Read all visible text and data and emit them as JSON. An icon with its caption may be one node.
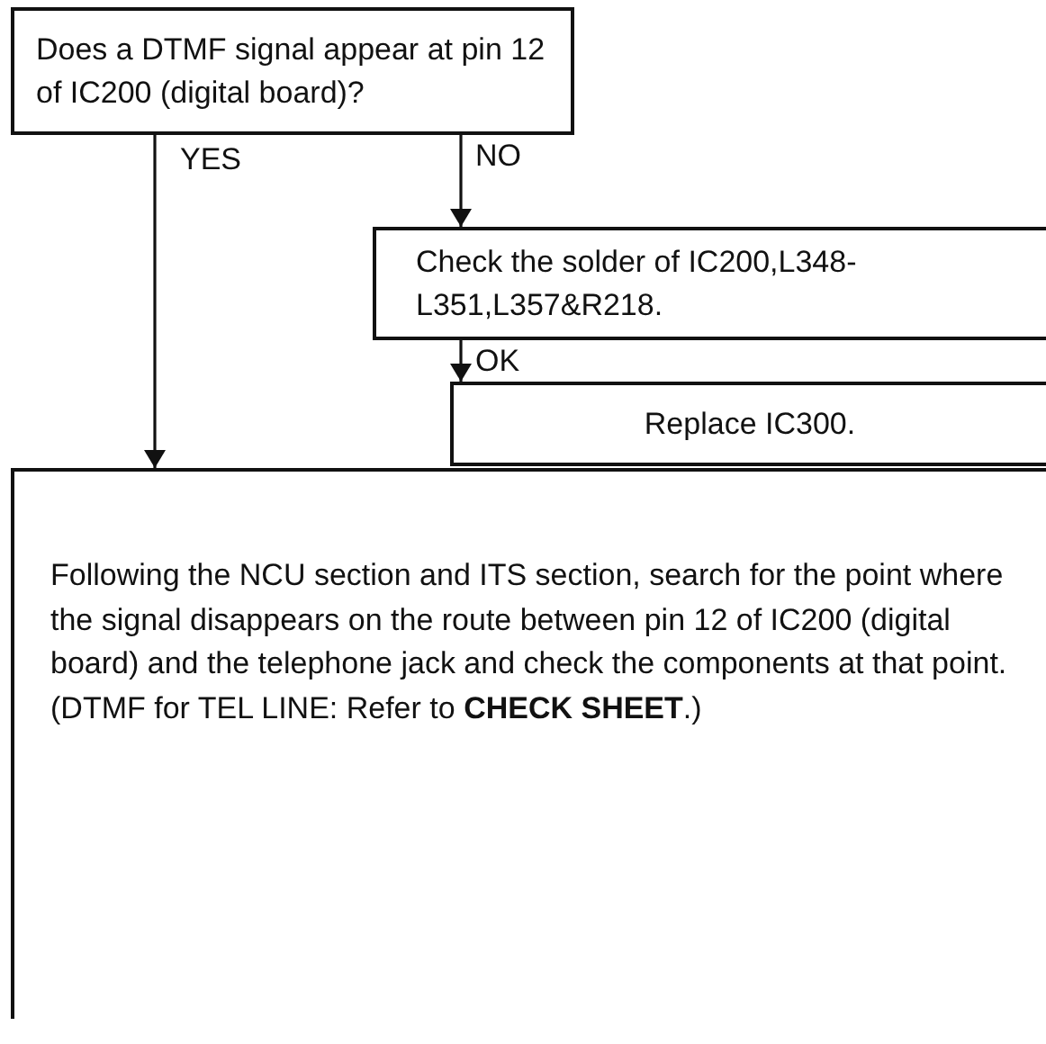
{
  "diagram": {
    "nodes": [
      {
        "text": [
          "Does a DTMF signal appear at pin 12 of IC200 (digital board)?"
        ]
      },
      {
        "text": [
          "Check the solder of IC200,L348-L351,L357&R218."
        ]
      },
      {
        "text": [
          "Replace IC300."
        ]
      },
      {
        "text": [
          "Following the NCU section and ITS section, search for the point where the signal disappears on the route between pin 12 of IC200 (digital board) and the telephone jack and check the components at that point. (DTMF for TEL LINE: Refer to **CHECK SHEET**.)"
        ]
      }
    ],
    "edges": [
      {
        "from": 0,
        "to": 3,
        "arrow": "to",
        "label": "YES"
      },
      {
        "from": 0,
        "to": 1,
        "arrow": "to",
        "label": "NO"
      },
      {
        "from": 1,
        "to": 2,
        "arrow": "to",
        "label": "OK"
      }
    ]
  }
}
